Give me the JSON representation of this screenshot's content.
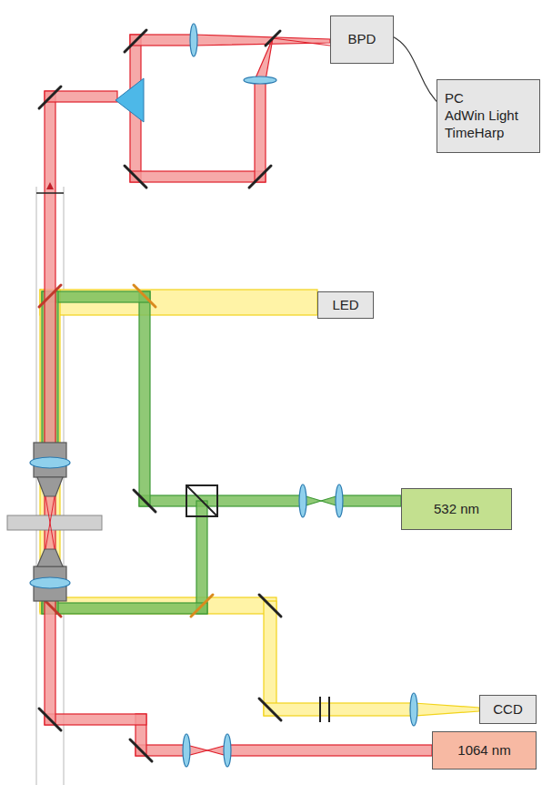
{
  "diagram": {
    "nodes": [
      {
        "text": [
          "BPD"
        ]
      },
      {
        "text": [
          "PC",
          "AdWin Light",
          "TimeHarp"
        ]
      },
      {
        "text": [
          "LED"
        ]
      },
      {
        "text": [
          "532 nm"
        ]
      },
      {
        "text": [
          "CCD"
        ]
      },
      {
        "text": [
          "1064 nm"
        ]
      }
    ],
    "edges": [
      {
        "from": 0,
        "to": 1,
        "arrow": "none"
      }
    ]
  }
}
